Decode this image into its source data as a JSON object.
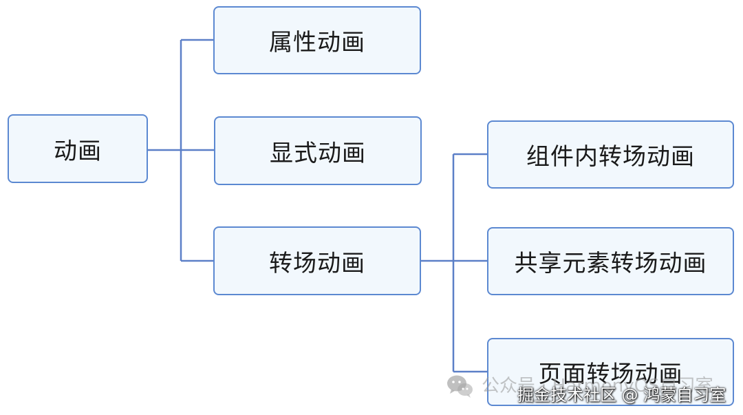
{
  "root": {
    "label": "动画"
  },
  "level1": [
    {
      "label": "属性动画"
    },
    {
      "label": "显式动画"
    },
    {
      "label": "转场动画"
    }
  ],
  "level2": [
    {
      "label": "组件内转场动画"
    },
    {
      "label": "共享元素转场动画"
    },
    {
      "label": "页面转场动画"
    }
  ],
  "colors": {
    "node_fill": "#f2f8fd",
    "node_border": "#5b88d1",
    "connector": "#5b7fc7"
  },
  "watermark": {
    "back_text": "公众号 · HarmonyOS自习室",
    "front_text": "掘金技术社区 @ 鸿蒙自习室",
    "icon": "wechat-icon"
  }
}
